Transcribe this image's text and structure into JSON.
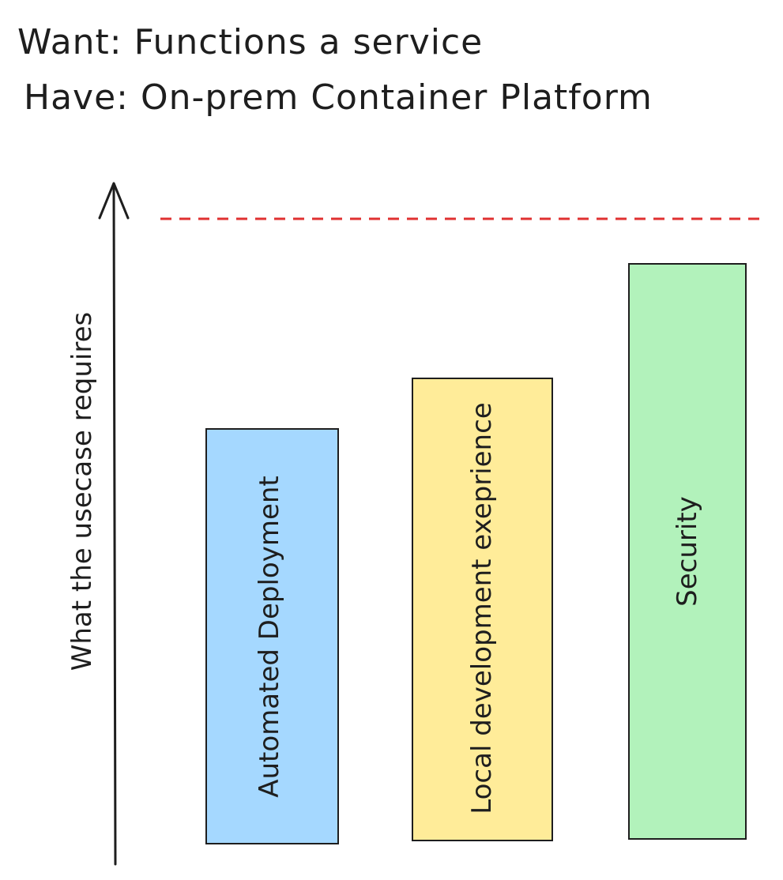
{
  "header": {
    "want_line": "Want: Functions a service",
    "have_line": "Have: On-prem Container Platform"
  },
  "axis": {
    "label": "What the usecase requires"
  },
  "threshold": {
    "color": "#e03131",
    "style": "dashed"
  },
  "bars": [
    {
      "label": "Automated Deployment",
      "value": 0.68,
      "color": "#a5d8ff"
    },
    {
      "label": "Local development exeprience",
      "value": 0.73,
      "color": "#ffec99"
    },
    {
      "label": "Security",
      "value": 0.9,
      "color": "#b2f2bb"
    }
  ]
}
